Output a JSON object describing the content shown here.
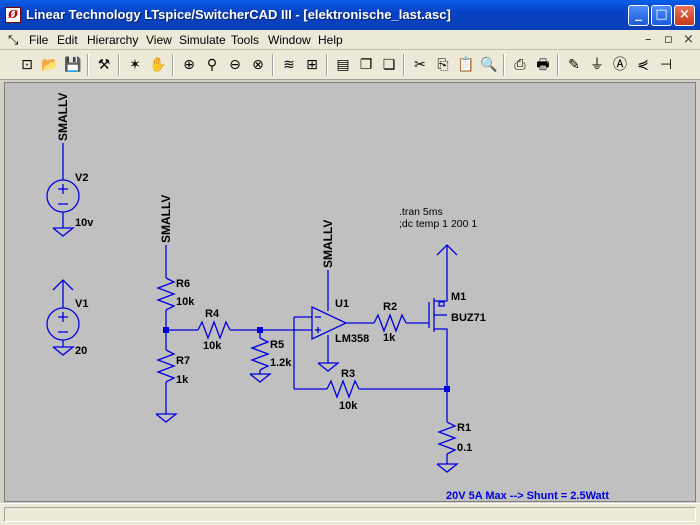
{
  "window": {
    "title": "Linear Technology LTspice/SwitcherCAD III - [elektronische_last.asc]",
    "app_icon_glyph": "Ø",
    "controls": {
      "minimize": "_",
      "maximize": "□",
      "close": "×"
    },
    "mdi_controls": {
      "minimize": "–",
      "restore": "▫",
      "close": "×"
    }
  },
  "menu": {
    "items": [
      {
        "label": "File"
      },
      {
        "label": "Edit"
      },
      {
        "label": "Hierarchy"
      },
      {
        "label": "View"
      },
      {
        "label": "Simulate"
      },
      {
        "label": "Tools"
      },
      {
        "label": "Window"
      },
      {
        "label": "Help"
      }
    ]
  },
  "toolbar": {
    "icons": [
      "new-schematic-icon",
      "open-icon",
      "save-icon",
      "control-panel-icon",
      "run-icon",
      "halt-icon",
      "zoom-in-icon",
      "zoom-pan-icon",
      "zoom-out-icon",
      "zoom-cancel-icon",
      "plot-settings-icon",
      "auto-range-icon",
      "tile-horizontal-icon",
      "cascade-icon",
      "close-all-icon",
      "cut-icon",
      "copy-icon",
      "paste-icon",
      "find-icon",
      "undo-print-preview-icon",
      "print-icon",
      "draw-wire-icon",
      "ground-icon",
      "label-net-icon",
      "component-icon",
      "capacitor-icon"
    ],
    "glyphs": [
      "⊡",
      "📂",
      "💾",
      "⚒",
      "✶",
      "✋",
      "⊕",
      "⚲",
      "⊖",
      "⊗",
      "≋",
      "⊞",
      "▤",
      "❐",
      "❏",
      "✂",
      "⎘",
      "📋",
      "🔍",
      "⎙",
      "🖶",
      "✎",
      "⏚",
      "Ⓐ",
      "⋞",
      "⊣"
    ]
  },
  "schematic": {
    "colors": {
      "wire": "#0000e0",
      "component": "#0000e0",
      "label": "#000000",
      "junction": "#0000e0",
      "comment": "#0000e0"
    },
    "net_labels": [
      "SMALLV",
      "SMALLV",
      "SMALLV"
    ],
    "components": {
      "V2": {
        "name": "V2",
        "value": "10v"
      },
      "V1": {
        "name": "V1",
        "value": "20"
      },
      "R6": {
        "name": "R6",
        "value": "10k"
      },
      "R7": {
        "name": "R7",
        "value": "1k"
      },
      "R4": {
        "name": "R4",
        "value": "10k"
      },
      "R5": {
        "name": "R5",
        "value": "1.2k"
      },
      "U1": {
        "name": "U1",
        "value": "LM358"
      },
      "R2": {
        "name": "R2",
        "value": "1k"
      },
      "R3": {
        "name": "R3",
        "value": "10k"
      },
      "M1": {
        "name": "M1",
        "value": "BUZ71"
      },
      "R1": {
        "name": "R1",
        "value": "0.1"
      }
    },
    "directives": [
      ".tran 5ms",
      ";dc temp 1 200 1"
    ],
    "comment": "20V 5A Max --> Shunt = 2.5Watt"
  },
  "status": {
    "text": ""
  }
}
